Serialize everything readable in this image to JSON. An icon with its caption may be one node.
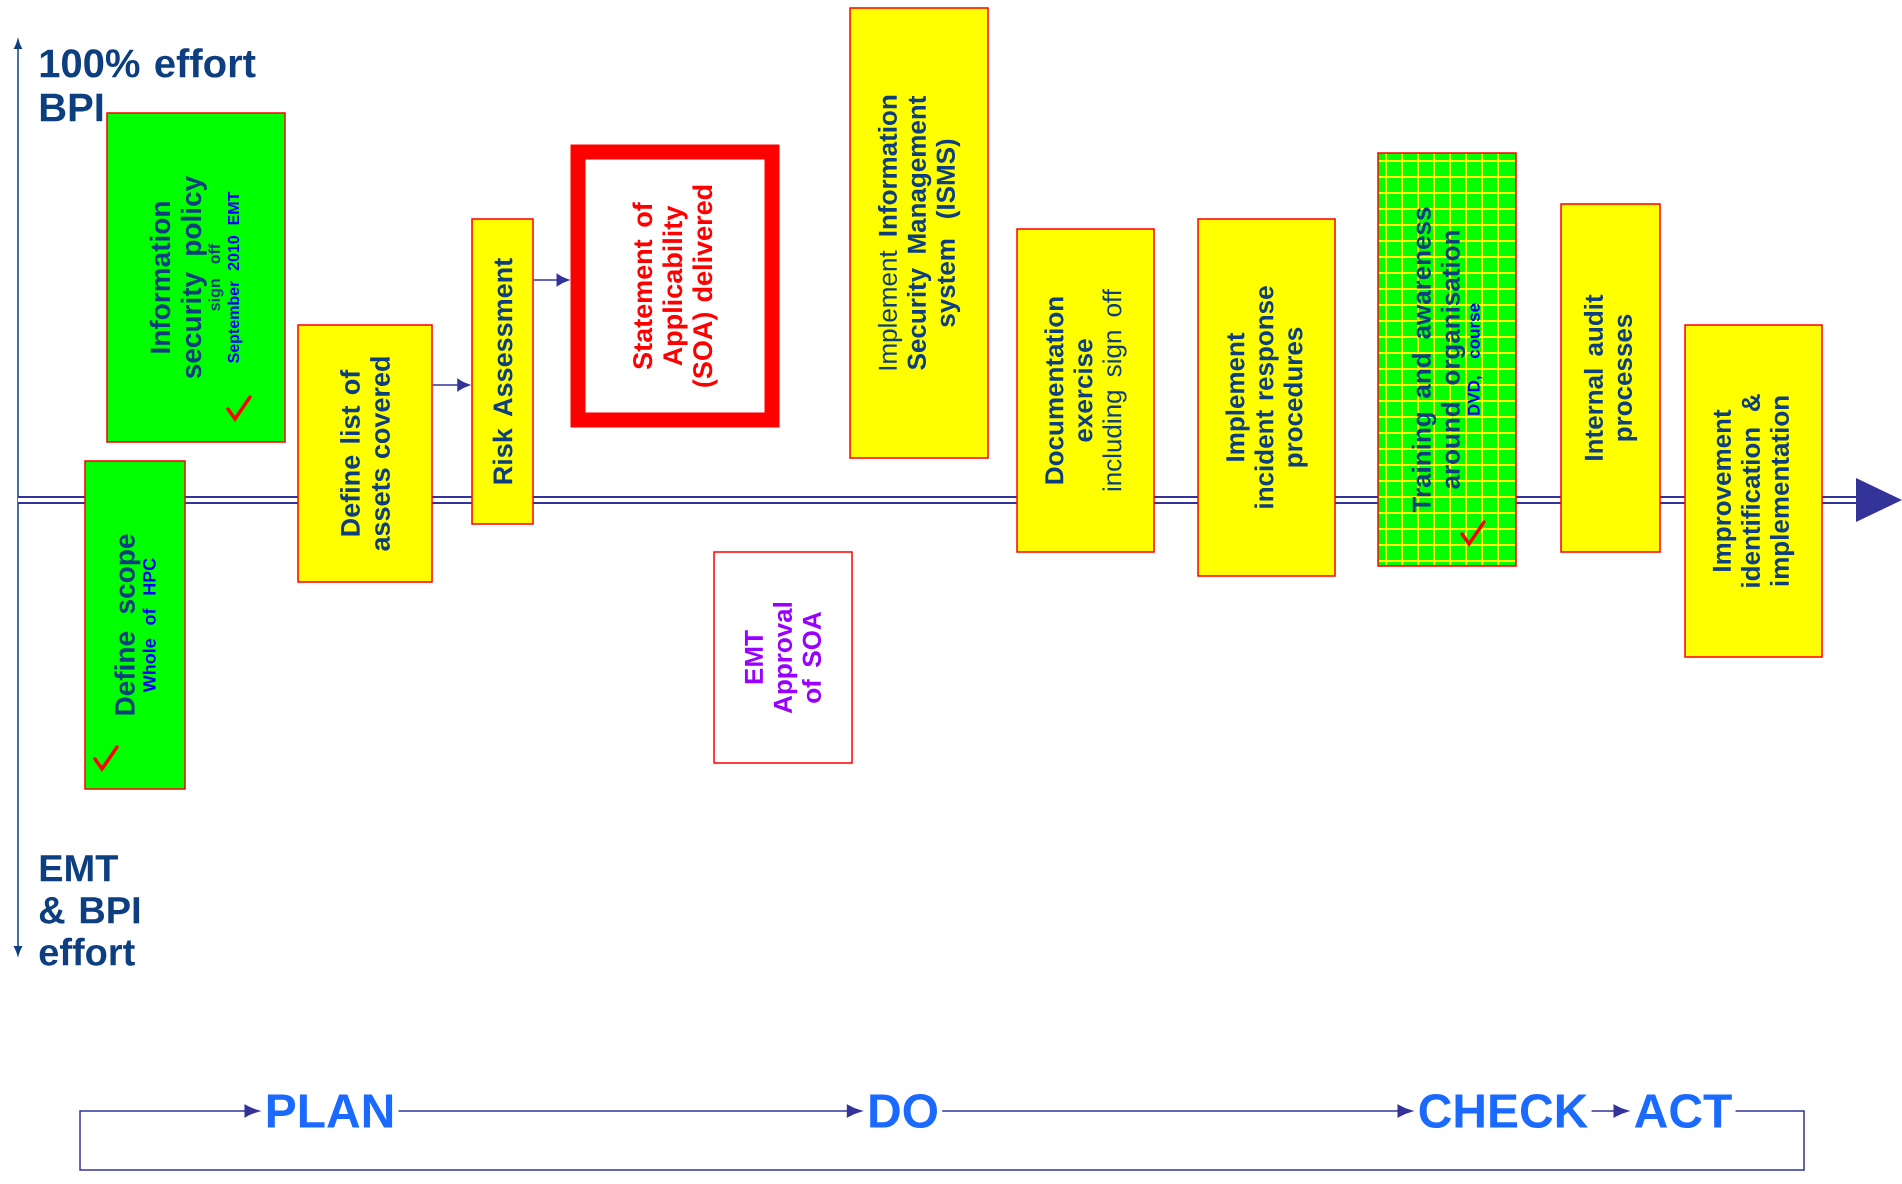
{
  "diagram": {
    "nodes": [
      {
        "text": [
          "Information security policy",
          "sign off",
          "September 2010 EMT"
        ]
      },
      {
        "text": [
          "Define scope",
          "Whole of HPC"
        ]
      },
      {
        "text": [
          "Define list of assets covered"
        ]
      },
      {
        "text": [
          "Risk Assessment"
        ]
      },
      {
        "text": [
          "Statement of Applicability (SOA) delivered"
        ]
      },
      {
        "text": [
          "EMT Approval of SOA"
        ]
      },
      {
        "text": [
          "Implement **Information Security Management system (ISMS)**"
        ]
      },
      {
        "text": [
          "**Documentation exercise** including sign off"
        ]
      },
      {
        "text": [
          "Implement incident response procedures"
        ]
      },
      {
        "text": [
          "Training and awareness around organisation",
          "DVD, course"
        ]
      },
      {
        "text": [
          "Internal audit processes"
        ]
      },
      {
        "text": [
          "Improvement identification & implementation"
        ]
      },
      {
        "text": [
          "PLAN"
        ]
      },
      {
        "text": [
          "DO"
        ]
      },
      {
        "text": [
          "CHECK"
        ]
      },
      {
        "text": [
          "ACT"
        ]
      }
    ],
    "edges": [
      {
        "from": 2,
        "to": 3,
        "arrow": "to"
      },
      {
        "from": 3,
        "to": 4,
        "arrow": "to"
      },
      {
        "from": 12,
        "to": 13,
        "arrow": "to"
      },
      {
        "from": 13,
        "to": 14,
        "arrow": "to"
      },
      {
        "from": 14,
        "to": 15,
        "arrow": "to"
      },
      {
        "from": 15,
        "to": 12,
        "arrow": "to"
      }
    ],
    "labels": [
      "100% effort BPI",
      "EMT & BPI effort"
    ]
  }
}
